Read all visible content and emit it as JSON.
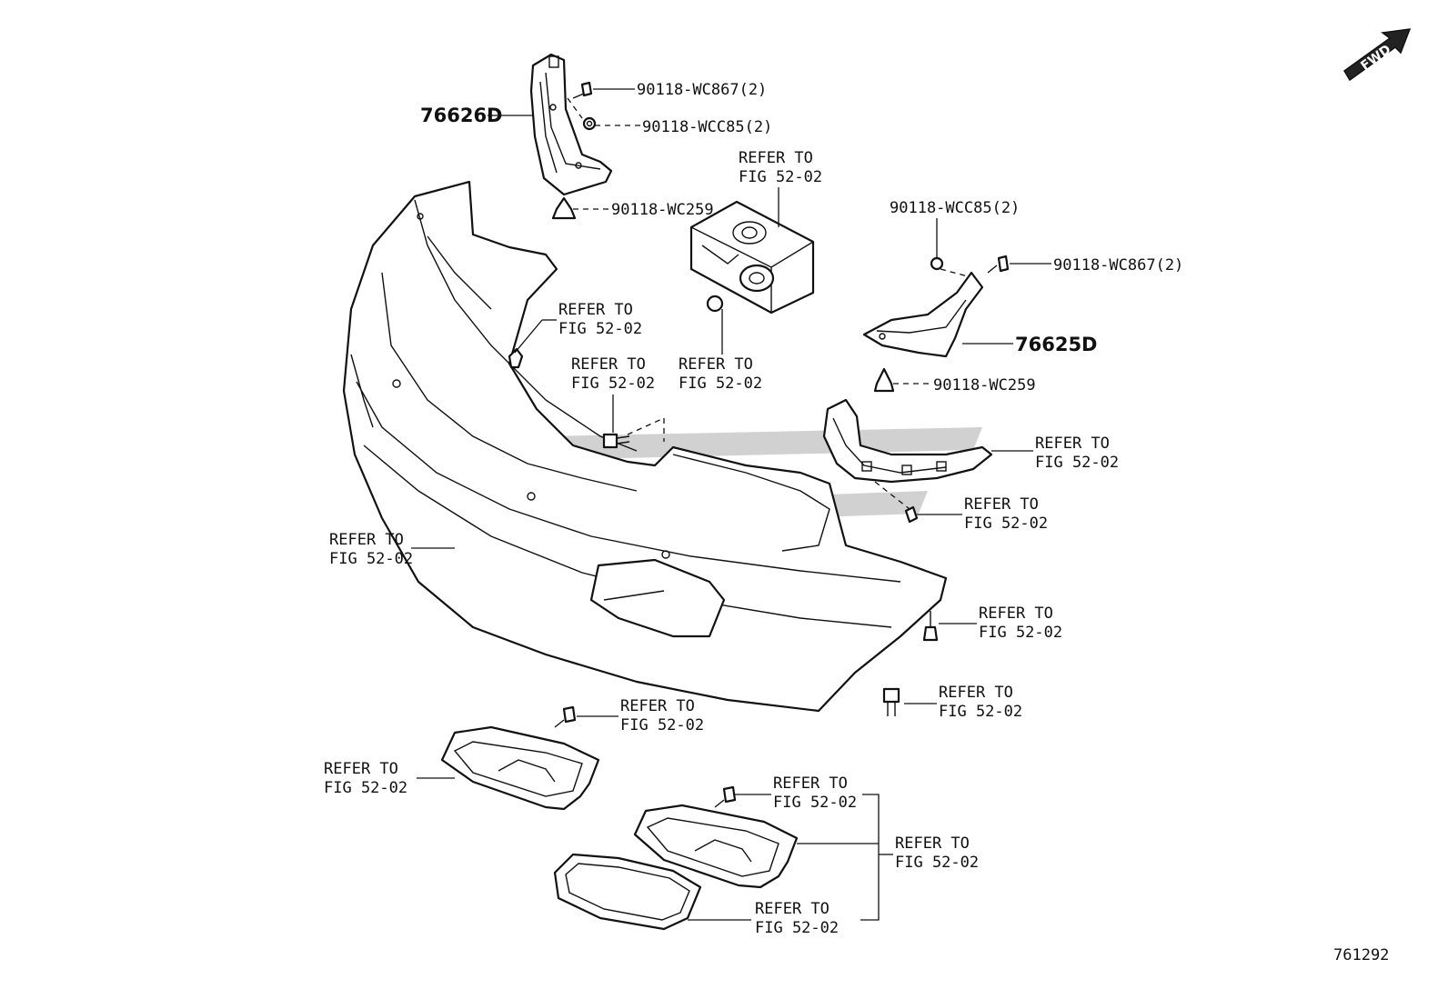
{
  "labels": {
    "p76626d": "76626D",
    "p76625d": "76625D",
    "b_wc867_left": "90118-WC867(2)",
    "b_wcc85_left": "90118-WCC85(2)",
    "b_wc259_left": "90118-WC259",
    "b_wcc85_right": "90118-WCC85(2)",
    "b_wc867_right": "90118-WC867(2)",
    "b_wc259_right": "90118-WC259",
    "ref_line1": "REFER TO",
    "ref_line2": "FIG 52-02",
    "drawing_number": "761292",
    "fwd": "FWD"
  }
}
